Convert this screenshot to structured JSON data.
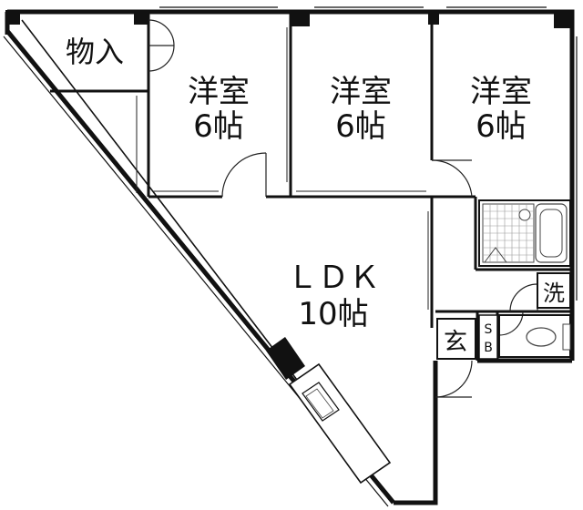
{
  "floor_plan": {
    "colors": {
      "wall": "#111111",
      "line": "#222222",
      "fixture": "#444444",
      "background": "#ffffff"
    },
    "storage": {
      "label": "物入"
    },
    "room_west": {
      "label": "洋室",
      "size": "6帖"
    },
    "room_center": {
      "label": "洋室",
      "size": "6帖"
    },
    "room_east": {
      "label": "洋室",
      "size": "6帖"
    },
    "ldk": {
      "label": "ＬＤＫ",
      "size": "10帖"
    },
    "washroom": {
      "label": "洗"
    },
    "entrance": {
      "label": "玄"
    },
    "shoe_box": {
      "label_top": "S",
      "label_bottom": "B"
    }
  }
}
